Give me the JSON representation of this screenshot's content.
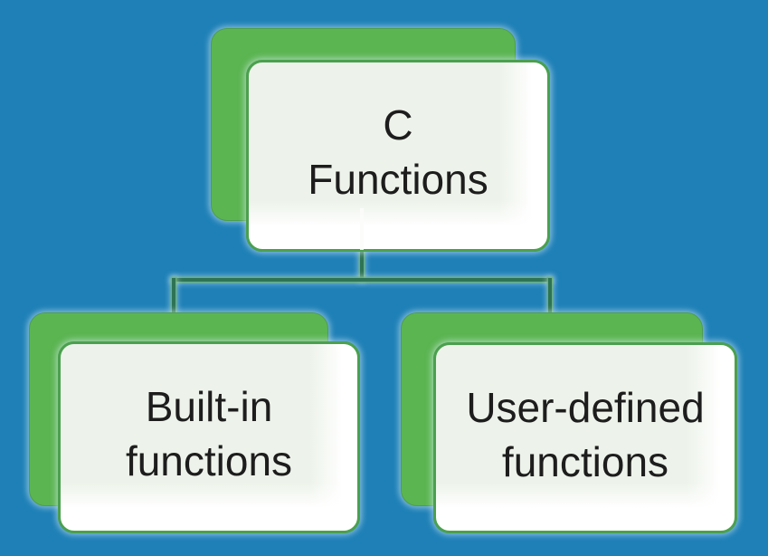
{
  "diagram": {
    "type": "hierarchy",
    "colors": {
      "background": "#1e80b7",
      "panel_green": "#5bb551",
      "card_border_green": "#4ba04f",
      "card_tint": "#edf3ea",
      "connector_green": "#2e7454",
      "text": "#1d1d1d"
    },
    "nodes": {
      "root": {
        "label": "C\nFunctions"
      },
      "left": {
        "label": "Built-in\nfunctions"
      },
      "right": {
        "label": "User-defined\nfunctions"
      }
    },
    "edges": [
      {
        "from": "root",
        "to": "left"
      },
      {
        "from": "root",
        "to": "right"
      }
    ]
  }
}
